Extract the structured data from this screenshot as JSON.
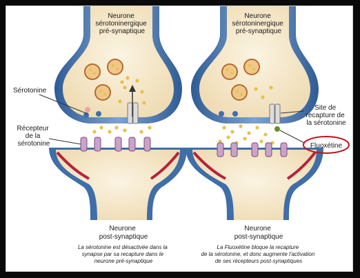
{
  "left_panel": {
    "pre_title": [
      "Neurone",
      "sérotoninergique",
      "pré-synaptique"
    ],
    "label_serotonin": "Sérotonine",
    "label_receptor": [
      "Récepteur",
      "de la",
      "sérotonine"
    ],
    "post_title": [
      "Neurone",
      "post-synaptique"
    ],
    "caption": [
      "La sérotonine est désactivée dans la",
      "synapse par sa recapture dans le",
      "neurone pré-synaptique"
    ]
  },
  "right_panel": {
    "pre_title": [
      "Neurone",
      "sérotoninergique",
      "pré-synaptique"
    ],
    "label_reuptake": [
      "Site de",
      "recapture de",
      "la sérotonine"
    ],
    "label_drug": "Fluoxétine",
    "post_title": [
      "Neurone",
      "post-synaptique"
    ],
    "caption": [
      "La Fluoxétine bloque la recapture",
      "de la sérotonine, et donc augmente l'activation",
      "de ses récepteurs post-synaptiques"
    ]
  },
  "colors": {
    "membrane_blue": "#3f6ea8",
    "membrane_blue_light": "#7ea2cf",
    "cytoplasm": "#f7ecd3",
    "post_red": "#b5233c",
    "receptor": "#c9a3c9",
    "serotonin": "#e8c14a",
    "highlight_ellipse": "#c1121f"
  }
}
